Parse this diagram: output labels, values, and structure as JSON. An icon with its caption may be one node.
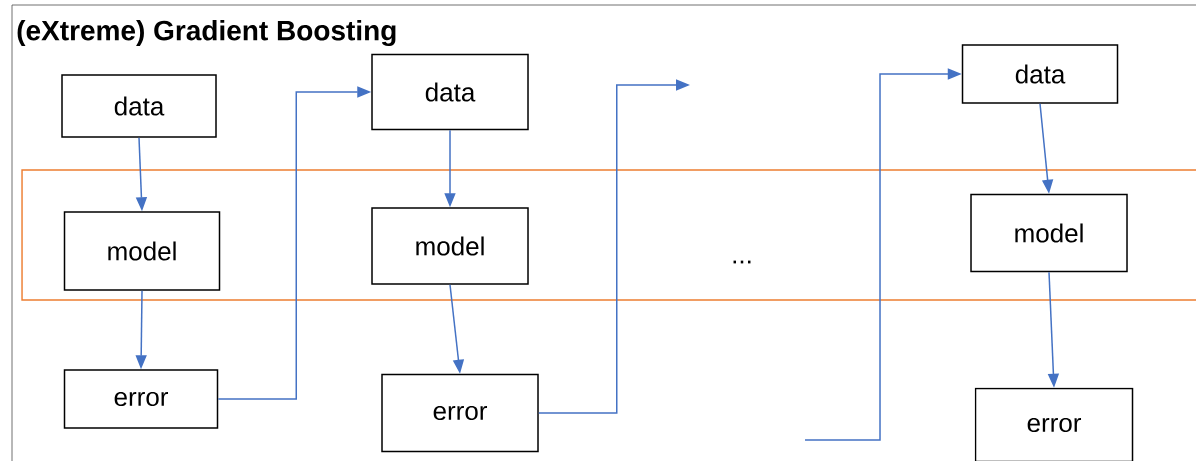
{
  "diagram": {
    "title": "(eXtreme) Gradient Boosting",
    "nodes": [
      {
        "text": [
          "data"
        ]
      },
      {
        "text": [
          "model"
        ]
      },
      {
        "text": [
          "error"
        ]
      },
      {
        "text": [
          "data"
        ]
      },
      {
        "text": [
          "model"
        ]
      },
      {
        "text": [
          "error"
        ]
      },
      {
        "text": [
          "data"
        ]
      },
      {
        "text": [
          "model"
        ]
      },
      {
        "text": [
          "error"
        ]
      }
    ],
    "edges": [
      {
        "from": 0,
        "to": 1,
        "arrow": "to"
      },
      {
        "from": 1,
        "to": 2,
        "arrow": "to"
      },
      {
        "from": 2,
        "to": 3,
        "arrow": "to"
      },
      {
        "from": 3,
        "to": 4,
        "arrow": "to"
      },
      {
        "from": 4,
        "to": 5,
        "arrow": "to"
      },
      {
        "from": 5,
        "to": null,
        "arrow": "to"
      },
      {
        "from": null,
        "to": 6,
        "arrow": "to"
      },
      {
        "from": 6,
        "to": 7,
        "arrow": "to"
      },
      {
        "from": 7,
        "to": 8,
        "arrow": "to"
      }
    ],
    "labels": [
      "..."
    ]
  }
}
